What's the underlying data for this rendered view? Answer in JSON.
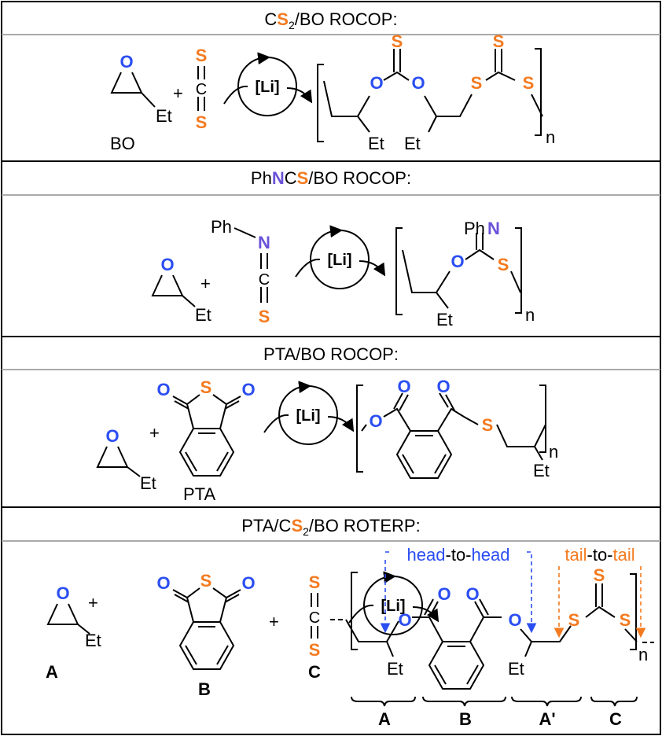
{
  "atoms": {
    "O": "O",
    "S": "S",
    "N": "N",
    "C": "C",
    "Et": "Et",
    "Ph": "Ph",
    "PhN_Ph": "Ph",
    "n": "n",
    "plus": "+",
    "Li": "[Li]"
  },
  "panels": [
    {
      "title_parts": [
        "C",
        "S",
        "2",
        "/BO ROCOP:"
      ],
      "monomer_label": "BO"
    },
    {
      "title_parts": [
        "Ph",
        "N",
        "C",
        "S",
        "/BO ROCOP:"
      ]
    },
    {
      "title": "PTA/BO ROCOP:",
      "monomer_label": "PTA"
    },
    {
      "title_parts": [
        "PTA/C",
        "S",
        "2",
        "/BO ROTERP:"
      ],
      "labels": {
        "A": "A",
        "B": "B",
        "C": "C",
        "A_prime": "A'"
      },
      "head": "head",
      "tail": "tail",
      "to": "-to-",
      "dash": "-"
    }
  ],
  "colors": {
    "oxygen": "#2b4ef2",
    "sulfur": "#f47a1f",
    "nitrogen": "#6b52d9"
  }
}
